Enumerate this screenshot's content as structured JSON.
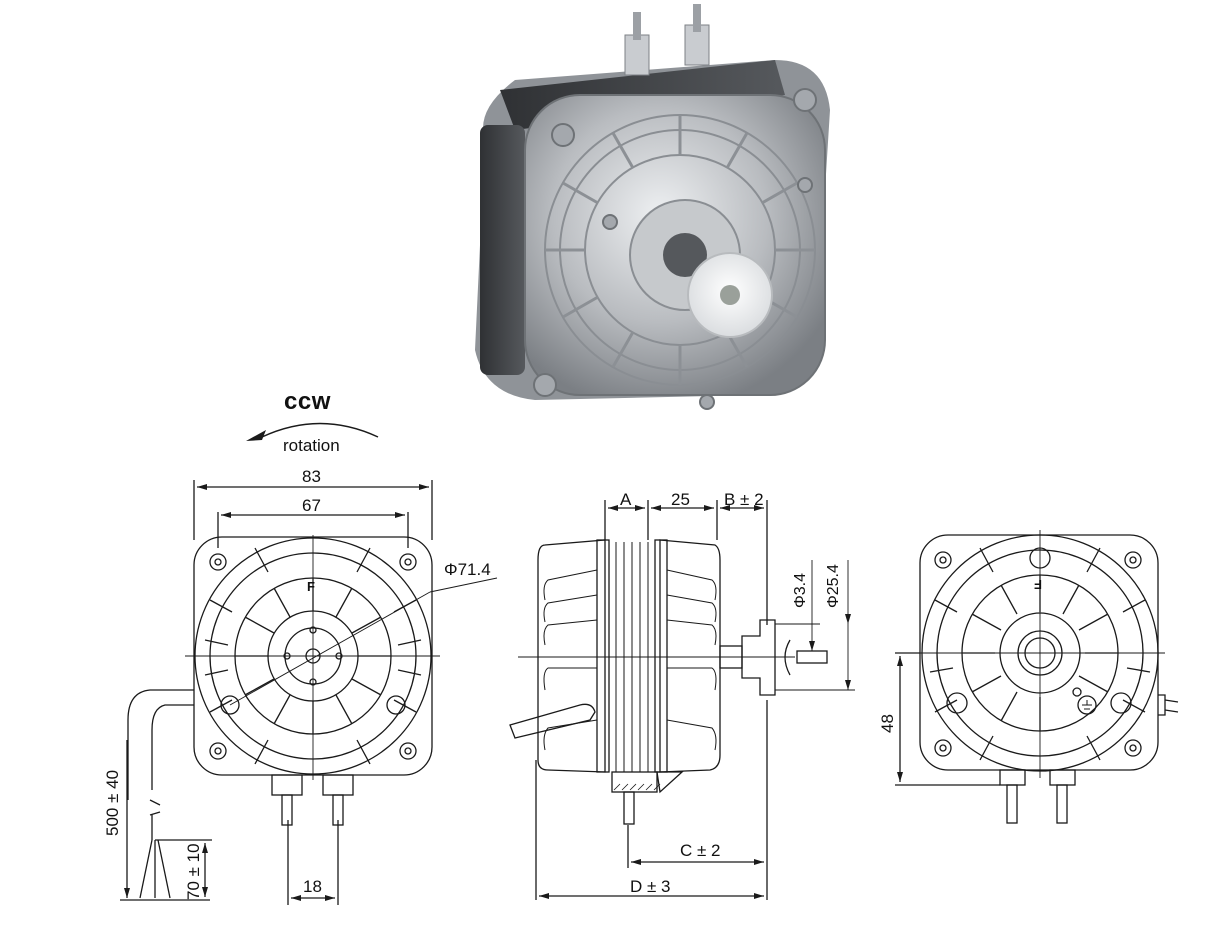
{
  "photo": {
    "subject": "shaded-pole fan motor",
    "body_color": "#b9bcc0",
    "highlight_color": "#e6e8ea",
    "shadow_color": "#6e7276",
    "core_color": "#3d3f42",
    "hub_color": "#f2f2f2"
  },
  "rotation": {
    "direction_label": "ccw",
    "caption": "rotation"
  },
  "front_view": {
    "overall_width": "83",
    "mount_hole_spacing": "67",
    "housing_diameter": "Φ71.4",
    "face_marker": "F",
    "cable_length": "500 ± 40",
    "lead_strip_length": "70 ± 10",
    "terminal_spacing": "18"
  },
  "side_view": {
    "dim_a": "A",
    "dim_stack": "25",
    "dim_b": "B ± 2",
    "shaft_diameter": "Φ3.4",
    "flange_diameter": "Φ25.4",
    "dim_c": "C ± 2",
    "dim_d": "D ± 3"
  },
  "rear_view": {
    "face_marker": "F",
    "shaft_height": "48"
  },
  "colors": {
    "line": "#1a1a1a",
    "background": "#ffffff"
  }
}
